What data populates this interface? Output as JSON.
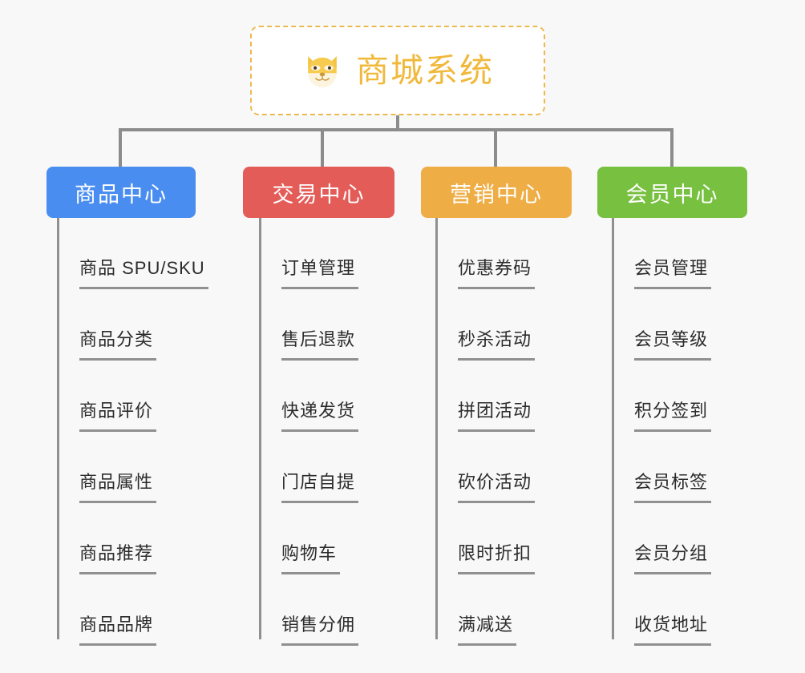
{
  "page": {
    "background_color": "#f8f8f8",
    "line_color": "#8c8c8c",
    "text_color": "#2b2b2b"
  },
  "root": {
    "title": "商城系统",
    "icon": "shiba-dog-face-emoji",
    "text_color": "#f0b93c",
    "border_color": "#ecb94e",
    "background_color": "#ffffff"
  },
  "columns": [
    {
      "id": "product-center",
      "label": "商品中心",
      "color": "#4a8df0",
      "items": [
        "商品 SPU/SKU",
        "商品分类",
        "商品评价",
        "商品属性",
        "商品推荐",
        "商品品牌"
      ]
    },
    {
      "id": "trade-center",
      "label": "交易中心",
      "color": "#e35c58",
      "items": [
        "订单管理",
        "售后退款",
        "快递发货",
        "门店自提",
        "购物车",
        "销售分佣"
      ]
    },
    {
      "id": "marketing-center",
      "label": "营销中心",
      "color": "#eead45",
      "items": [
        "优惠券码",
        "秒杀活动",
        "拼团活动",
        "砍价活动",
        "限时折扣",
        "满减送"
      ]
    },
    {
      "id": "member-center",
      "label": "会员中心",
      "color": "#78c040",
      "items": [
        "会员管理",
        "会员等级",
        "积分签到",
        "会员标签",
        "会员分组",
        "收货地址"
      ]
    }
  ]
}
